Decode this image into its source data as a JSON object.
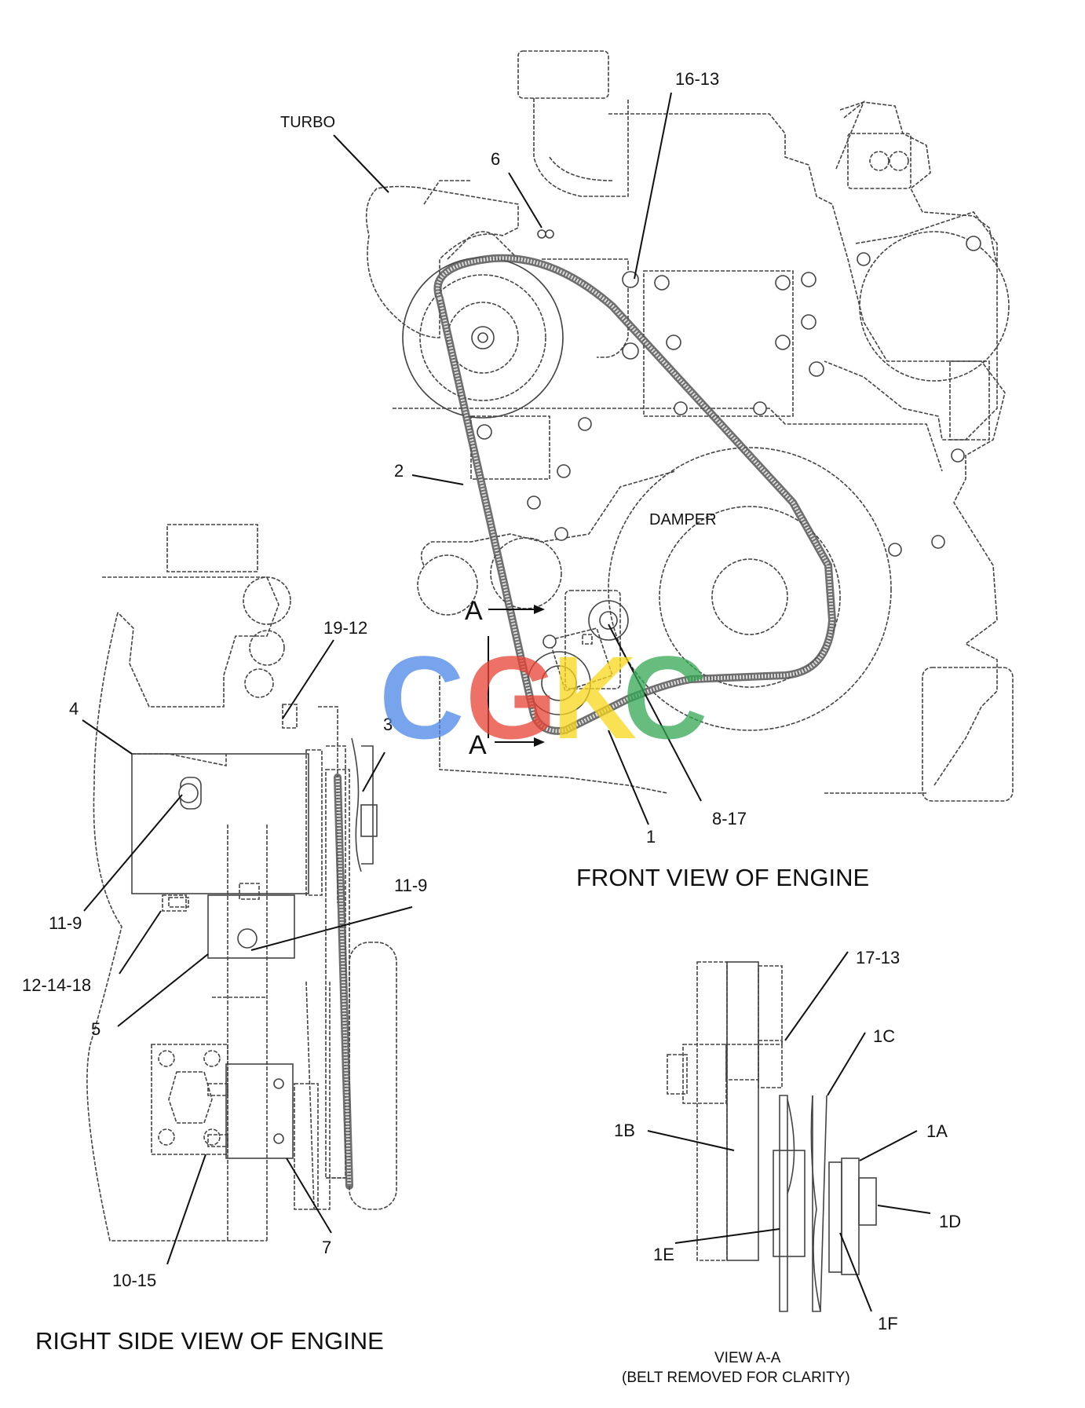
{
  "labels": {
    "turbo": "TURBO",
    "l16_13": "16-13",
    "l6": "6",
    "l2": "2",
    "damper": "DAMPER",
    "l19_12": "19-12",
    "l4": "4",
    "l3": "3",
    "l1": "1",
    "l8_17": "8-17",
    "l11_9_left": "11-9",
    "l11_9_right": "11-9",
    "l12_14_18": "12-14-18",
    "l5": "5",
    "l7": "7",
    "l10_15": "10-15",
    "l17_13": "17-13",
    "l1C": "1C",
    "l1B": "1B",
    "l1A": "1A",
    "l1D": "1D",
    "l1E": "1E",
    "l1F": "1F",
    "sectionA_top": "A",
    "sectionA_bottom": "A"
  },
  "titles": {
    "front_view": "FRONT VIEW OF ENGINE",
    "right_side_view": "RIGHT SIDE VIEW OF ENGINE",
    "view_aa": "VIEW  A-A",
    "view_aa_note": "(BELT REMOVED FOR CLARITY)"
  },
  "watermark": {
    "letters": [
      "C",
      "G",
      "K",
      "C"
    ],
    "colors": [
      "#4a86e8",
      "#e94235",
      "#f9d71c",
      "#34a853"
    ]
  }
}
